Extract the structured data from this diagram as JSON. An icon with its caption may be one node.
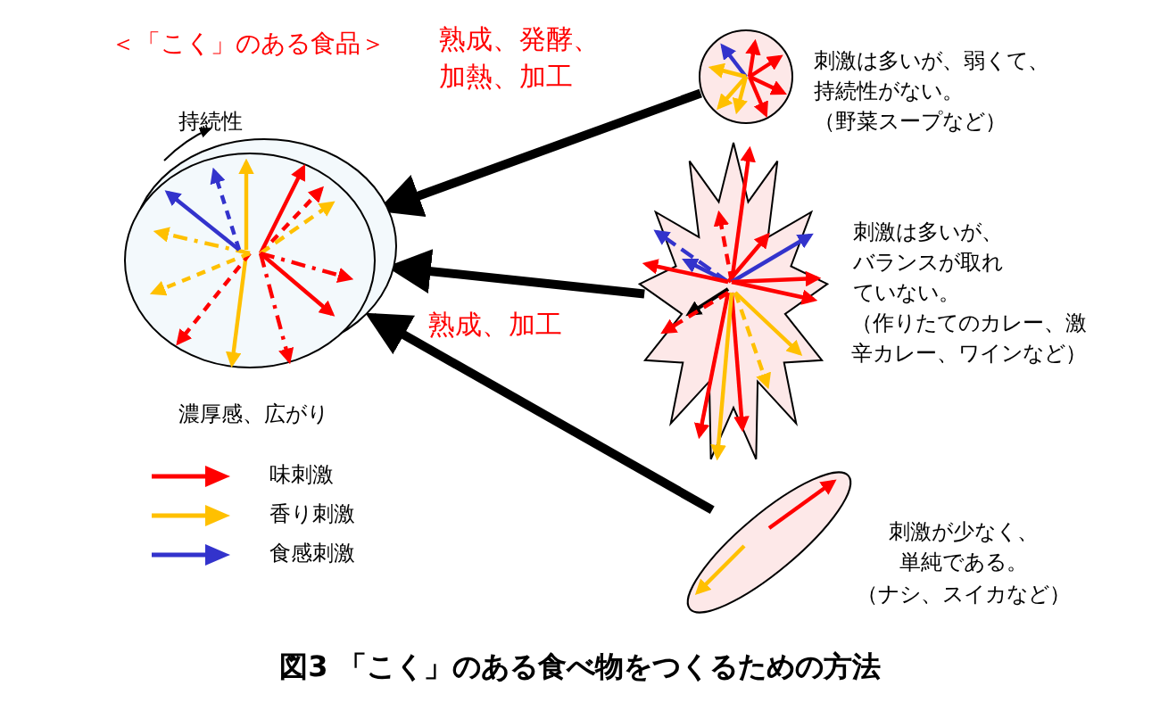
{
  "diagram": {
    "title": "＜「こく」のある食品＞",
    "caption": "図3 「こく」のある食べ物をつくるための方法",
    "nodes": [
      {
        "text": [],
        "shape": "circle",
        "beside": [
          "持続性",
          "濃厚感、広がり"
        ]
      },
      {
        "text": [],
        "shape": "circle",
        "beside": [
          "刺激は多いが、弱くて、持続性がない。",
          "（野菜スープなど）"
        ]
      },
      {
        "text": [],
        "shape": "star",
        "beside": [
          "刺激は多いが、バランスが取れていない。",
          "（作りたてのカレー、激辛カレー、ワインなど）"
        ]
      },
      {
        "text": [],
        "shape": "ellipse",
        "beside": [
          "刺激が少なく、単純である。",
          "（ナシ、スイカなど）"
        ]
      }
    ],
    "edges": [
      {
        "from": 1,
        "to": 0,
        "arrow": "to",
        "label": "熟成、発酵、加熱、加工"
      },
      {
        "from": 2,
        "to": 0,
        "arrow": "to",
        "label": "熟成、加工"
      },
      {
        "from": 3,
        "to": 0,
        "arrow": "to"
      }
    ],
    "legend": [
      {
        "text": "味刺激",
        "color": "#ff0000"
      },
      {
        "text": "香り刺激",
        "color": "#ffc000"
      },
      {
        "text": "食感刺激",
        "color": "#3333cc"
      }
    ]
  }
}
